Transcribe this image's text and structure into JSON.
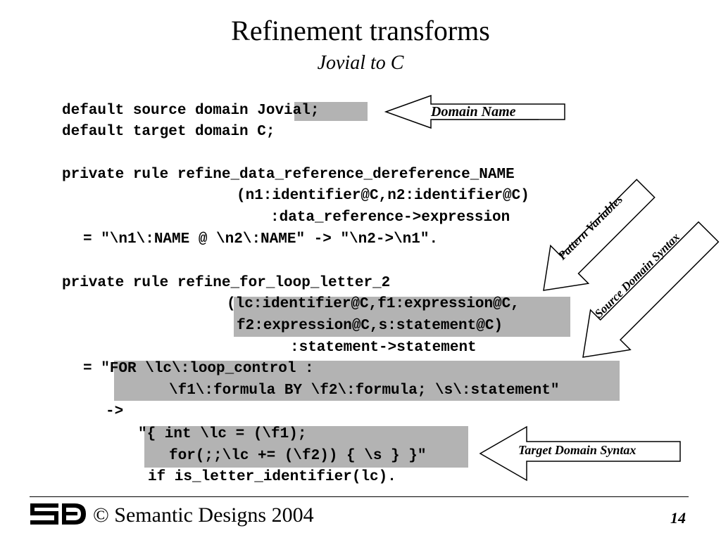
{
  "slide": {
    "title": "Refinement transforms",
    "subtitle": "Jovial to C"
  },
  "code": {
    "line1_a": "default source domain ",
    "line1_b": "Jovial",
    "line1_c": ";",
    "line2": "default target domain C;",
    "line3": "private rule refine_data_reference_dereference_NAME",
    "line4": "(n1:identifier@C,n2:identifier@C)",
    "line5": ":data_reference->expression",
    "line6": "= \"\\n1\\:NAME @ \\n2\\:NAME\" -> \"\\n2->\\n1\".",
    "line7": "private rule refine_for_loop_letter_2",
    "line8": "(lc:identifier@C,f1:expression@C,",
    "line9": "f2:expression@C,s:statement@C)",
    "line10": ":statement->statement",
    "line11": "= \"FOR \\lc\\:loop_control :",
    "line12": "\\f1\\:formula BY \\f2\\:formula; \\s\\:statement\"",
    "line13": "->",
    "line14": "\"{ int \\lc = (\\f1);",
    "line15": "for(;;\\lc += (\\f2)) { \\s } }\"",
    "line16": "if is_letter_identifier(lc)."
  },
  "callouts": {
    "domain_name": "Domain Name",
    "pattern_variables": "Pattern Variables",
    "source_domain_syntax": "Source Domain Syntax",
    "target_domain_syntax": "Target Domain Syntax"
  },
  "footer": {
    "copyright": "© Semantic Designs 2004",
    "page_number": "14",
    "logo_icon": "semantic-designs-logo-icon"
  },
  "colors": {
    "highlight": "#b3b3b3",
    "text": "#000000",
    "background": "#ffffff"
  }
}
